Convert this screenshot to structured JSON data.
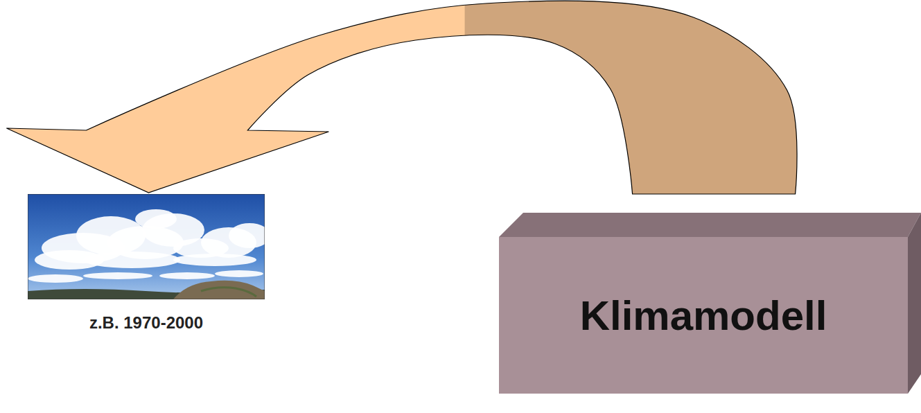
{
  "diagram": {
    "nodes": [
      {
        "text": [
          "z.B. 1970-2000"
        ]
      },
      {
        "text": [
          "Klimamodell"
        ]
      }
    ],
    "edges": [
      {
        "from": 1,
        "to": 0,
        "arrow": "to"
      }
    ]
  }
}
